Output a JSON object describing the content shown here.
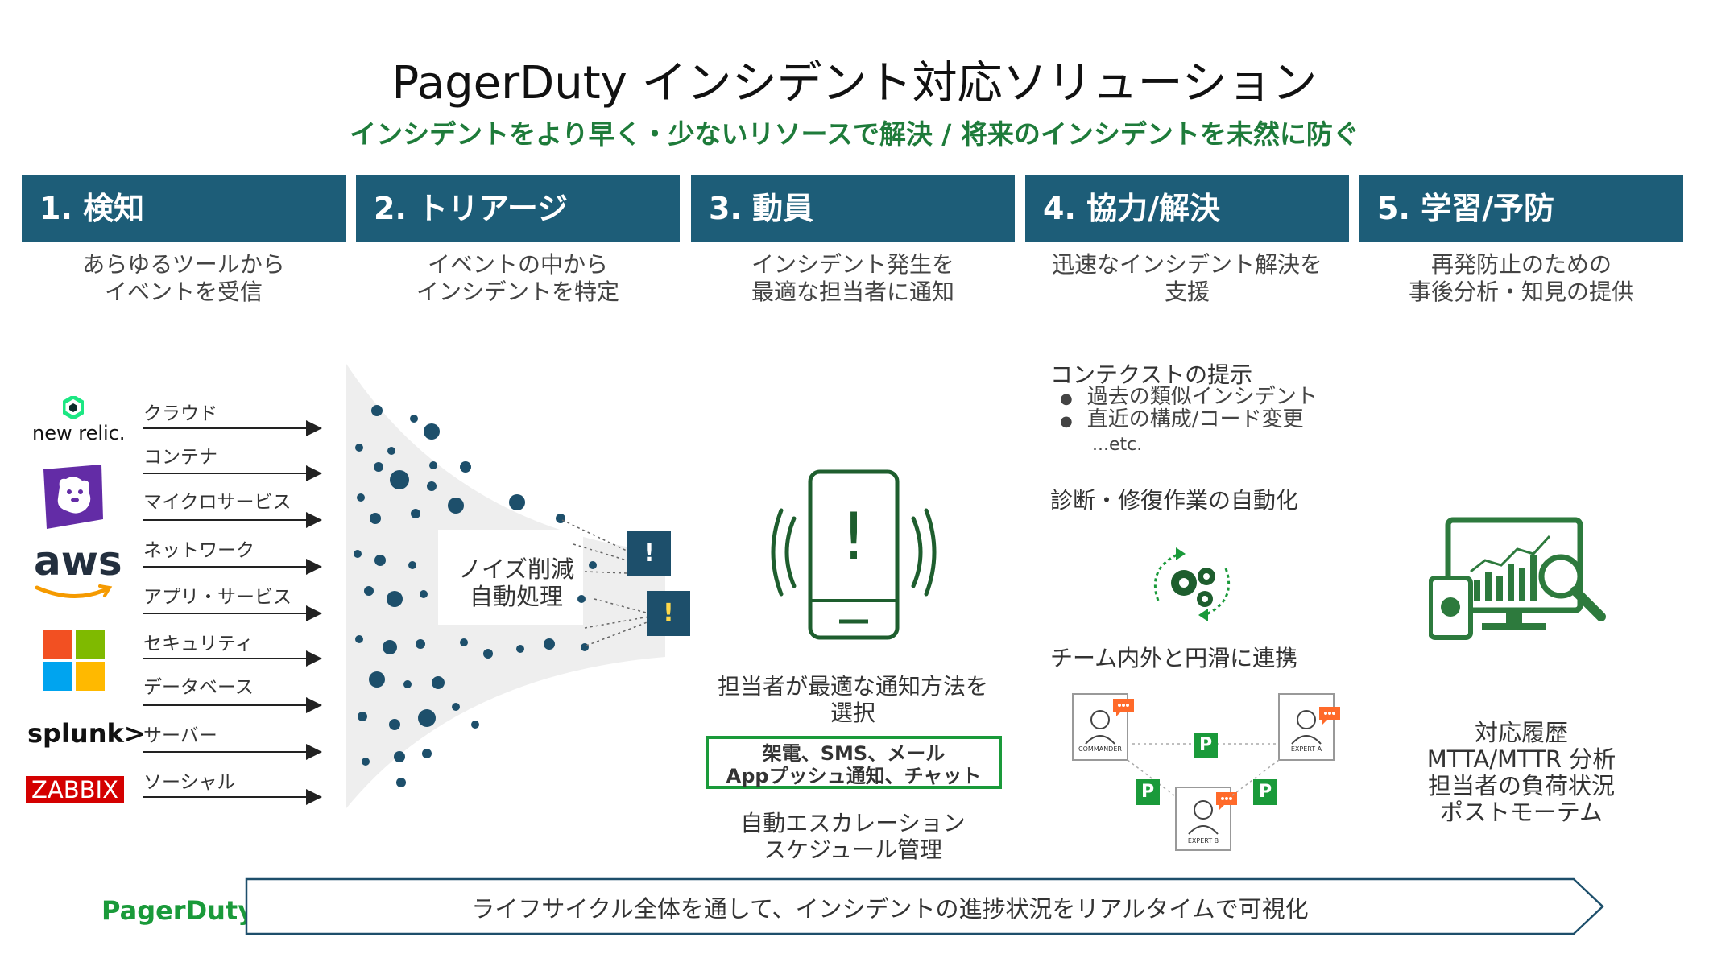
{
  "title": "PagerDuty インシデント対応ソリューション",
  "subtitle": "インシデントをより早く・少ないリソースで解決 / 将来のインシデントを未然に防ぐ",
  "steps": [
    {
      "header": "1. 検知",
      "desc1": "あらゆるツールから",
      "desc2": "イベントを受信"
    },
    {
      "header": "2. トリアージ",
      "desc1": "イベントの中から",
      "desc2": "インシデントを特定"
    },
    {
      "header": "3. 動員",
      "desc1": "インシデント発生を",
      "desc2": "最適な担当者に通知"
    },
    {
      "header": "4. 協力/解決",
      "desc1": "迅速なインシデント解決を",
      "desc2": "支援"
    },
    {
      "header": "5. 学習/予防",
      "desc1": "再発防止のための",
      "desc2": "事後分析・知見の提供"
    }
  ],
  "sources": [
    "クラウド",
    "コンテナ",
    "マイクロサービス",
    "ネットワーク",
    "アプリ・サービス",
    "セキュリティ",
    "データベース",
    "サーバー",
    "ソーシャル"
  ],
  "logos": {
    "newrelic": "new relic.",
    "aws": "aws",
    "splunk": "splunk>",
    "zabbix": "ZABBIX"
  },
  "funnel": {
    "line1": "ノイズ削減",
    "line2": "自動処理",
    "alert_mark": "!"
  },
  "mobilize": {
    "phone_mark": "!",
    "choose1": "担当者が最適な通知方法を",
    "choose2": "選択",
    "methods1": "架電、SMS、メール",
    "methods2": "Appプッシュ通知、チャット",
    "escalation1": "自動エスカレーション",
    "escalation2": "スケジュール管理"
  },
  "collaborate": {
    "context_head": "コンテクストの提示",
    "bullet": "●",
    "item1": "過去の類似インシデント",
    "item2": "直近の構成/コード変更",
    "etc": "...etc.",
    "automation": "診断・修復作業の自動化",
    "team": "チーム内外と円滑に連携",
    "commander": "COMMANDER",
    "expert_a": "EXPERT A",
    "expert_b": "EXPERT B",
    "p_badge": "P"
  },
  "learn": {
    "line1": "対応履歴",
    "line2": "MTTA/MTTR 分析",
    "line3": "担当者の負荷状況",
    "line4": "ポストモーテム"
  },
  "footer": {
    "logo": "PagerDuty",
    "banner": "ライフサイクル全体を通して、インシデントの進捗状況をリアルタイムで可視化"
  },
  "colors": {
    "header_bg": "#1d5d78",
    "green": "#1a9a3a",
    "dark_green": "#1e5e2e",
    "dot": "#1d4f6b"
  }
}
